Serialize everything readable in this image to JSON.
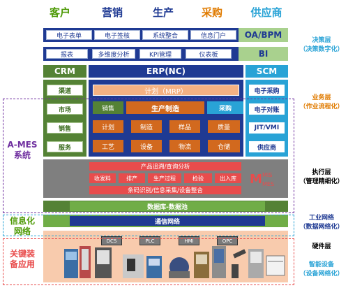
{
  "columns": [
    {
      "label": "客户",
      "color": "#4e9a06"
    },
    {
      "label": "营销",
      "color": "#1f3a93"
    },
    {
      "label": "生产",
      "color": "#1f3a93"
    },
    {
      "label": "采购",
      "color": "#e07b00"
    },
    {
      "label": "供应商",
      "color": "#29a3d6"
    }
  ],
  "oa_row": {
    "items": [
      "电子表单",
      "电子签核",
      "系统整合",
      "信息门户"
    ],
    "label": "OA/BPM"
  },
  "bi_row": {
    "items": [
      "报表",
      "多维度分析",
      "KPI管理",
      "仪表板"
    ],
    "label": "BI"
  },
  "systems": {
    "crm": "CRM",
    "erp": "ERP(NC)",
    "scm": "SCM"
  },
  "crm_items": [
    "渠道",
    "市场",
    "销售",
    "服务"
  ],
  "plan": "计划（MRP）",
  "sales": "销售",
  "prod": "生产制造",
  "purchase": "采购",
  "prod_grid": [
    [
      "计划",
      "制造",
      "样品",
      "质量"
    ],
    [
      "工艺",
      "设备",
      "物流",
      "仓储"
    ]
  ],
  "scm_items": [
    "电子采购",
    "电子对账",
    "JIT/VMI",
    "供应商"
  ],
  "mes": {
    "track": "产品追溯/查询分析",
    "steps": [
      "收发料",
      "排产",
      "生产过程",
      "检验",
      "出入库"
    ],
    "collect": "条码识别/信息采集/设备整合",
    "logo_m": "M",
    "logo_top": "MIS",
    "logo_bottom": "MES"
  },
  "left_labels": {
    "ames": "A-MES\n系统",
    "info": "信息化\n网络",
    "equip": "关键装\n备应用"
  },
  "database": "数据库-数据池",
  "network": "通信网络",
  "controllers": [
    "DCS",
    "PLC",
    "HMI",
    "OPC"
  ],
  "right_labels": [
    {
      "main": "决策层",
      "sub": "（决策数字化）",
      "color": "#29a3d6"
    },
    {
      "main": "业务层",
      "sub": "（作业流程化）",
      "color": "#e07b00"
    },
    {
      "main": "执行层",
      "sub": "（管理精细化）",
      "color": "#000000"
    },
    {
      "main": "工业网络",
      "sub": "（数据网络化）",
      "color": "#1f3a93"
    },
    {
      "main": "硬件层",
      "sub": "",
      "color": "#000000"
    },
    {
      "main": "智能设备",
      "sub": "（设备网络化）",
      "color": "#29a3d6"
    }
  ]
}
